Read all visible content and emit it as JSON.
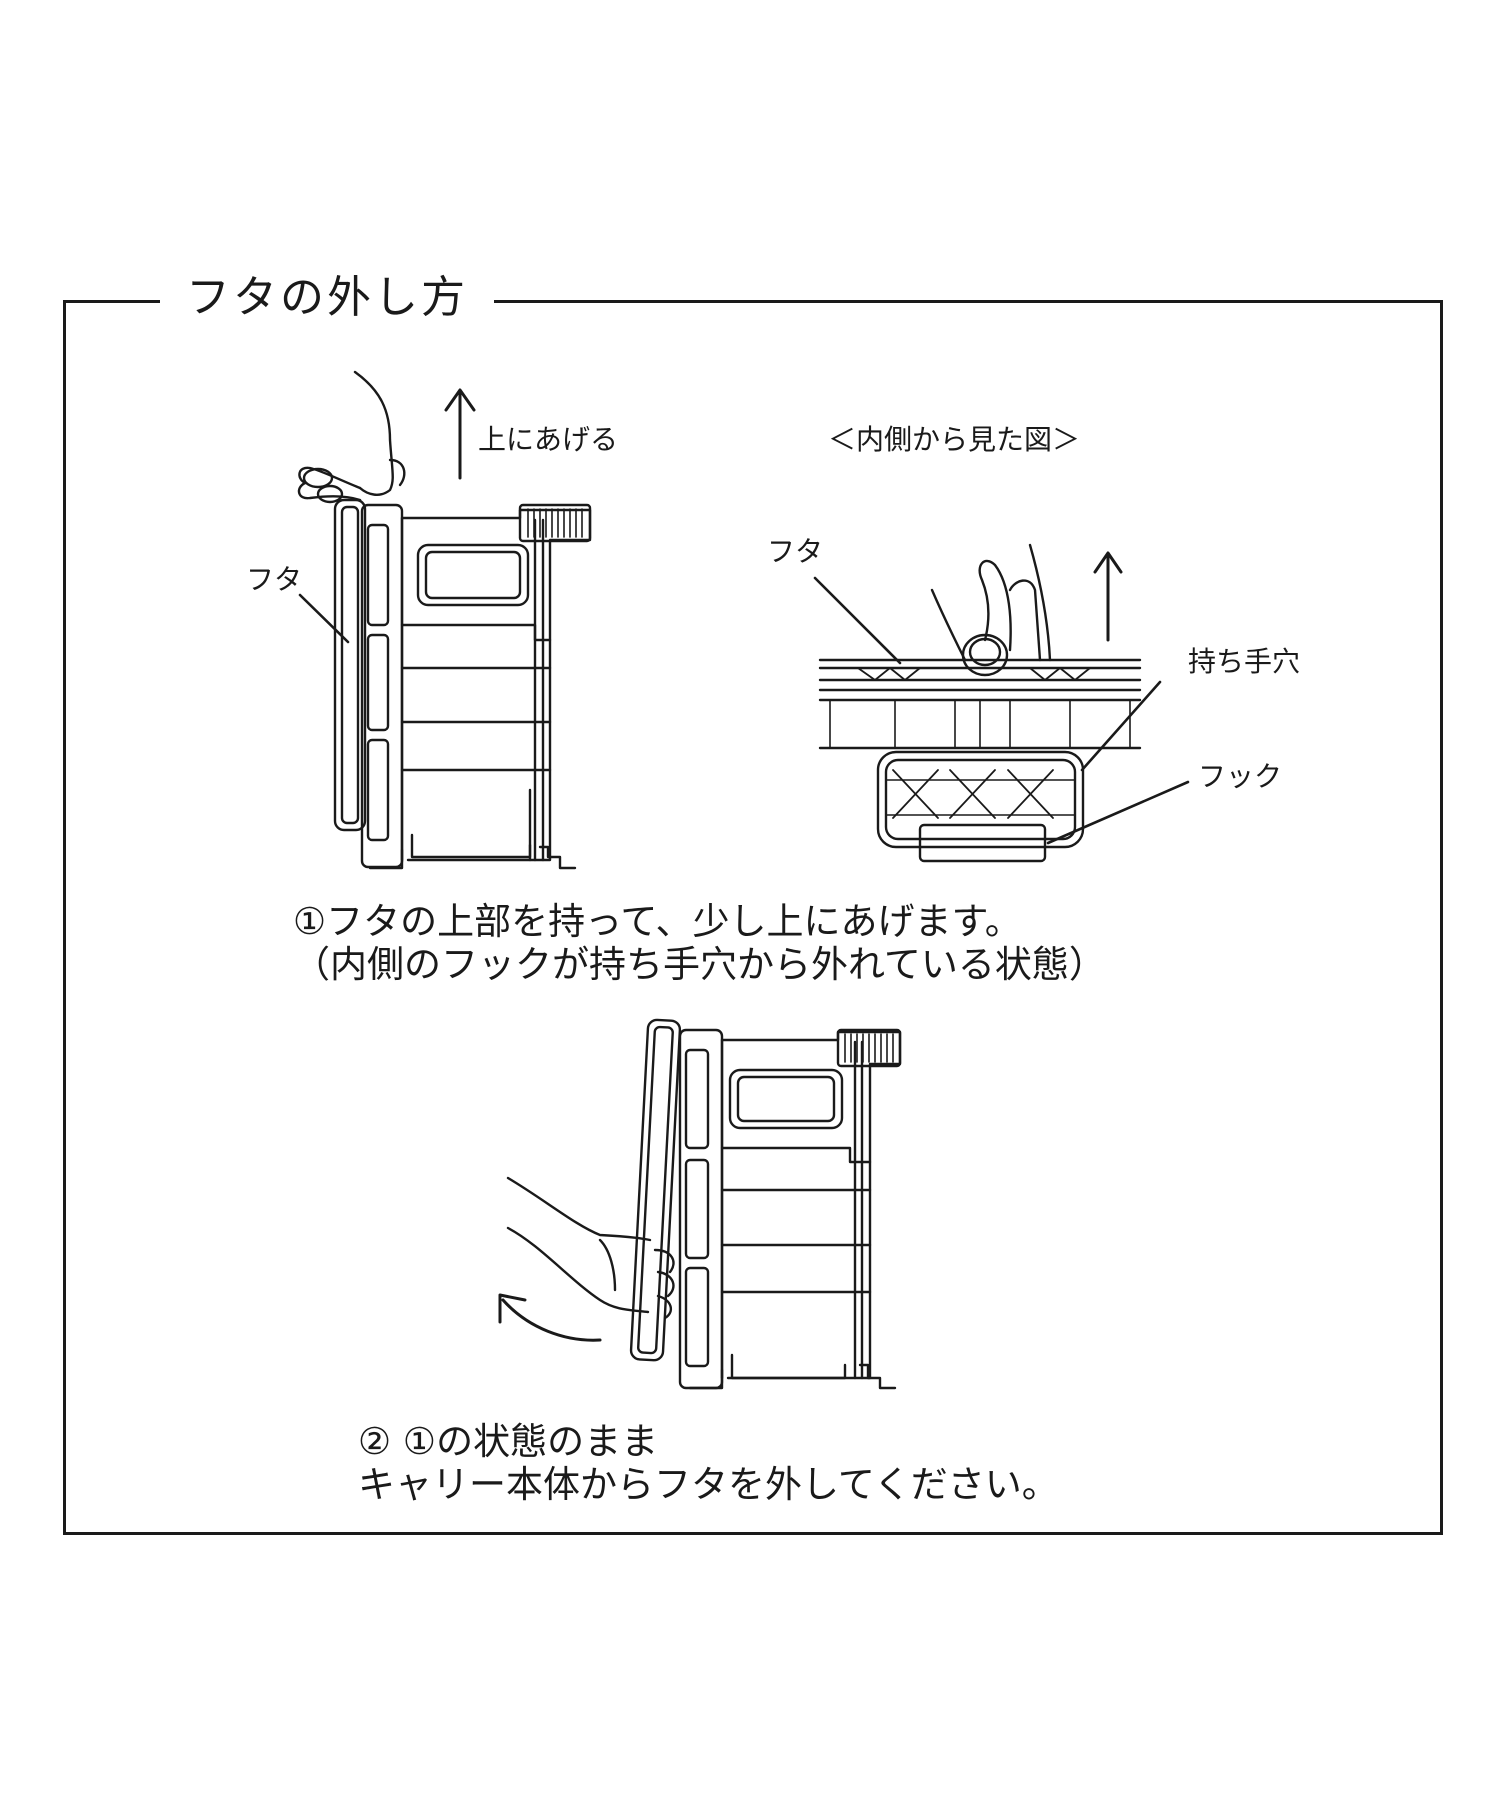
{
  "title": "フタの外し方",
  "step1": {
    "fig_left": {
      "lid_label": "フタ",
      "lift_label": "上にあげる"
    },
    "fig_right": {
      "view_label": "＜内側から見た図＞",
      "lid_label": "フタ",
      "handle_label": "持ち手穴",
      "hook_label": "フック"
    },
    "caption_line1": "①フタの上部を持って、少し上にあげます。",
    "caption_line2": "（内側のフックが持ち手穴から外れている状態）"
  },
  "step2": {
    "caption_line1": "② ①の状態のまま",
    "caption_line2": "キャリー本体からフタを外してください。"
  },
  "colors": {
    "line": "#1a1a1a",
    "background": "#ffffff"
  },
  "icons": [
    "arrow-up-icon",
    "curved-arrow-left-icon",
    "hand-icon",
    "carrier-icon",
    "grip-icon"
  ]
}
